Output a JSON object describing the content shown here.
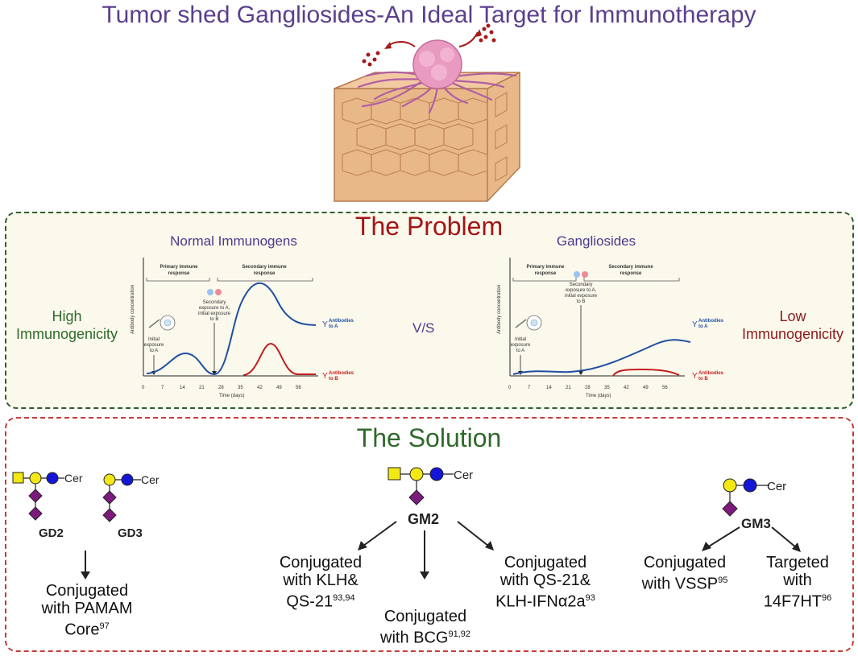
{
  "title": "Tumor shed Gangliosides-An Ideal Target for Immunotherapy",
  "problem": {
    "heading": "The Problem",
    "left_title": "Normal Immunogens",
    "right_title": "Gangliosides",
    "high_line1": "High",
    "high_line2": "Immunogenicity",
    "low_line1": "Low",
    "low_line2": "Immunogenicity",
    "vs": "V/S",
    "chart_primary_1": "Primary immune",
    "chart_primary_2": "response",
    "chart_secondary_1": "Secondary immune",
    "chart_secondary_2": "response",
    "y_axis": "Antibody concentration",
    "x_axis": "Time (days)",
    "initial_1": "Initial",
    "initial_2": "exposure",
    "initial_3": "to A",
    "sec_exp_1": "Secondary",
    "sec_exp_2": "exposure to A,",
    "sec_exp_3": "initial exposure",
    "sec_exp_4": "to B",
    "ab_a_1": "Antibodies",
    "ab_a_2": "to A",
    "ab_b_1": "Antibodies",
    "ab_b_2": "to B",
    "ticks": [
      "0",
      "7",
      "14",
      "21",
      "28",
      "35",
      "42",
      "49",
      "56"
    ]
  },
  "solution": {
    "heading": "The Solution",
    "cer": "Cer",
    "gd2": "GD2",
    "gd3": "GD3",
    "gm2": "GM2",
    "gm3": "GM3",
    "pamam_1": "Conjugated",
    "pamam_2": "with PAMAM",
    "pamam_3": "Core",
    "pamam_ref": "97",
    "klh_1": "Conjugated",
    "klh_2": "with KLH&",
    "klh_3": "QS-21",
    "klh_ref": "93,94",
    "bcg_1": "Conjugated",
    "bcg_2": "with BCG",
    "bcg_ref": "91,92",
    "qs_1": "Conjugated",
    "qs_2": "with QS-21&",
    "qs_3": "KLH-IFNα2a",
    "qs_ref": "93",
    "vssp_1": "Conjugated",
    "vssp_2": "with VSSP",
    "vssp_ref": "95",
    "tgt_1": "Targeted",
    "tgt_2": "with",
    "tgt_3": "14F7HT",
    "tgt_ref": "96"
  },
  "colors": {
    "title": "#5b3f8c",
    "problem_red": "#a31515",
    "solution_green": "#2f6a2a",
    "curve_a": "#1f4fa3",
    "curve_b": "#c31e1e",
    "galactose": "#f3e813",
    "glucose": "#1515d8",
    "galnac": "#f3e813",
    "sialic": "#7d1a7d"
  }
}
